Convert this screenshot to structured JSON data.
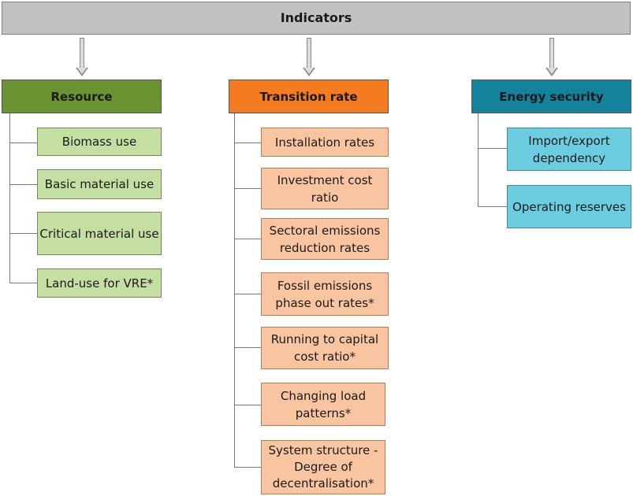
{
  "title": "Indicators",
  "categories": [
    {
      "label": "Resource",
      "color": "#6a9331",
      "items": [
        "Biomass use",
        "Basic material use",
        "Critical material use",
        "Land-use for VRE*"
      ]
    },
    {
      "label": "Transition rate",
      "color": "#f47b1f",
      "items": [
        "Installation rates",
        "Investment cost ratio",
        "Sectoral emissions reduction rates",
        "Fossil emissions phase out rates*",
        "Running to capital cost ratio*",
        "Changing load patterns*",
        "System structure - Degree of decentralisation*"
      ]
    },
    {
      "label": "Energy security",
      "color": "#13829b",
      "items": [
        "Import/export dependency",
        "Operating reserves"
      ]
    }
  ]
}
